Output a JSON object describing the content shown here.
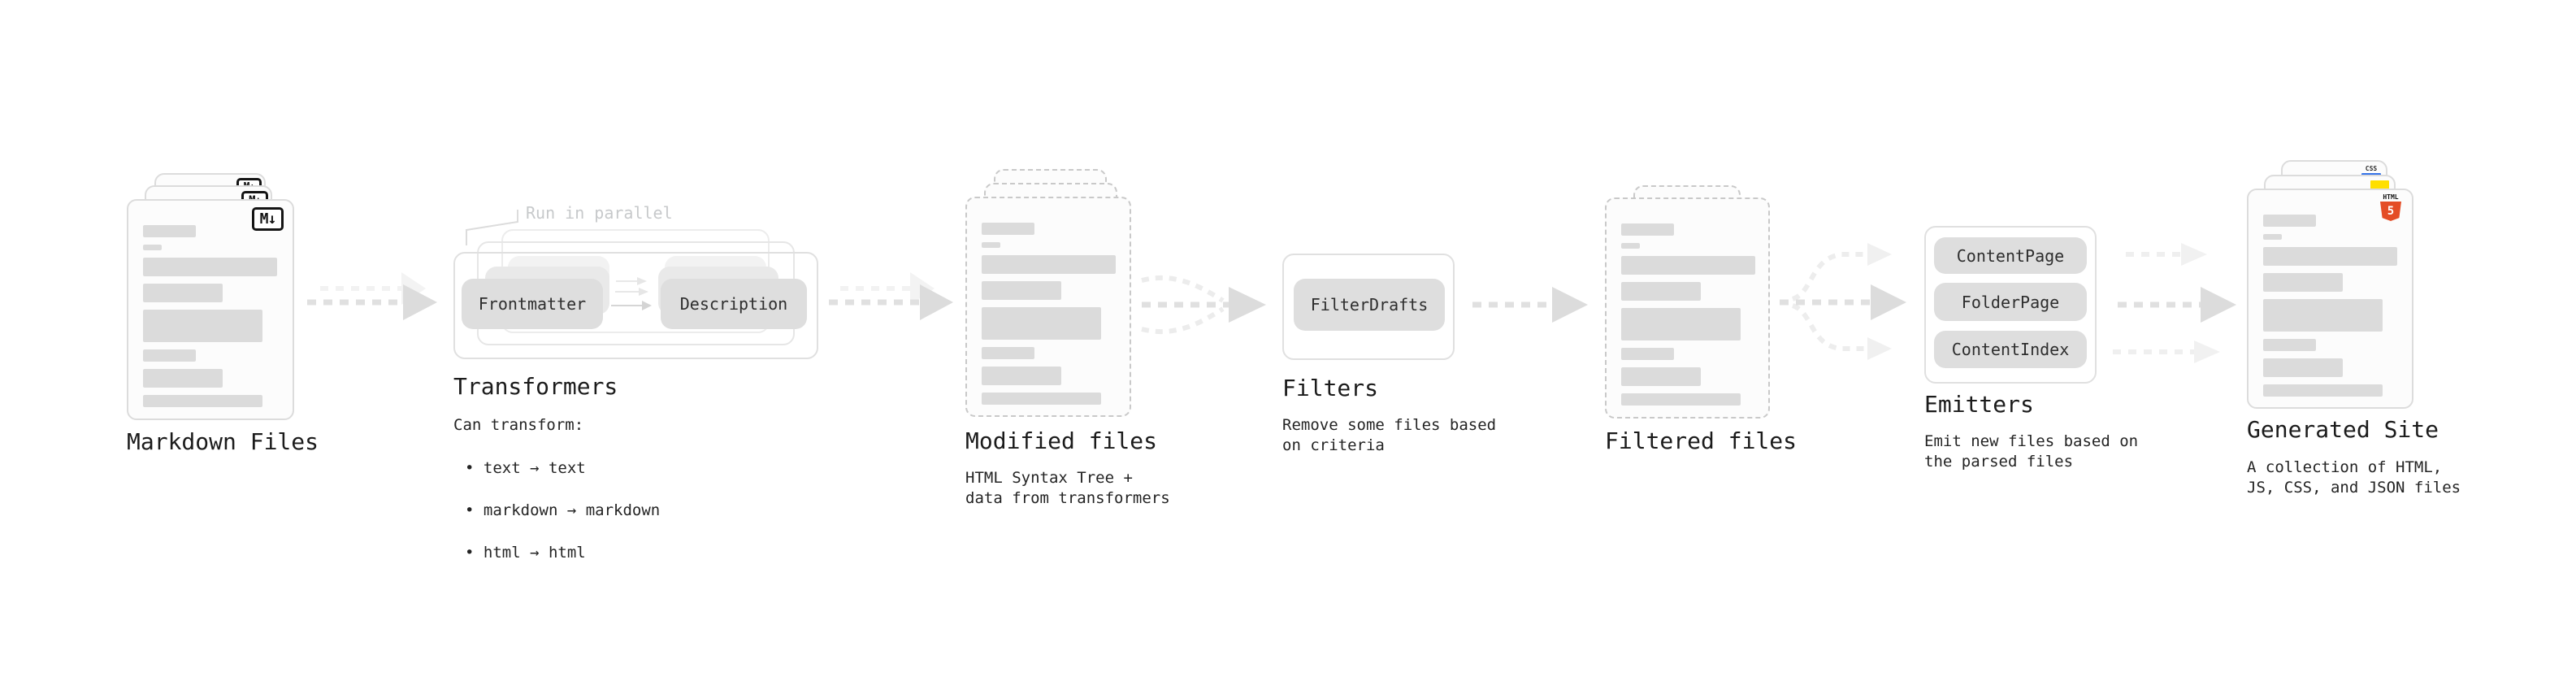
{
  "markdown": {
    "title": "Markdown Files",
    "badge": "M↓"
  },
  "transformers": {
    "title": "Transformers",
    "note": "Run in parallel",
    "pill_left": "Frontmatter",
    "pill_right": "Description",
    "caption_heading": "Can transform:",
    "bullets": [
      "• text → text",
      "• markdown → markdown",
      "• html → html"
    ]
  },
  "modified": {
    "title": "Modified files",
    "caption": "HTML Syntax Tree +\ndata from transformers"
  },
  "filters": {
    "title": "Filters",
    "pill": "FilterDrafts",
    "caption": "Remove some files based\non criteria"
  },
  "filtered": {
    "title": "Filtered files"
  },
  "emitters": {
    "title": "Emitters",
    "pills": [
      "ContentPage",
      "FolderPage",
      "ContentIndex"
    ],
    "caption": "Emit new files based on\nthe parsed files"
  },
  "generated": {
    "title": "Generated Site",
    "caption": "A collection of HTML,\nJS, CSS, and JSON files",
    "badge_css": "CSS",
    "badge_html_label": "HTML",
    "badge_html_number": "5"
  },
  "colors": {
    "html5_orange": "#e44d26",
    "js_yellow": "#ffdf00",
    "css_blue": "#3573e8"
  }
}
